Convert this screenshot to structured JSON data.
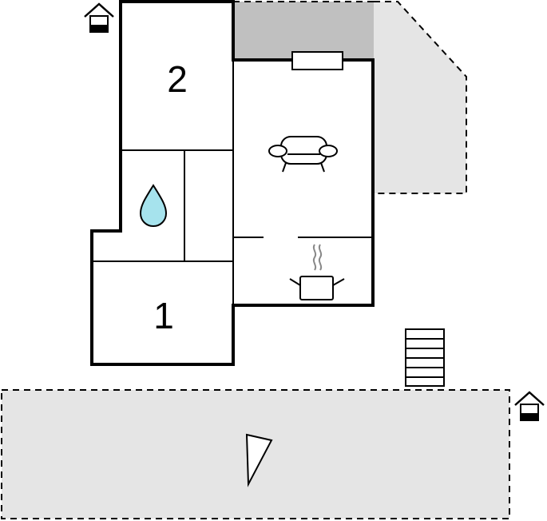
{
  "rooms": [
    {
      "id": "bedroom-1",
      "label": "1"
    },
    {
      "id": "bedroom-2",
      "label": "2"
    }
  ],
  "icons": {
    "entrance": "house-entrance-icon",
    "bathroom": "water-drop-icon",
    "living": "sofa-icon",
    "kitchen": "cooking-pot-icon",
    "fireplace": "fireplace-icon",
    "stairs": "stairs-icon",
    "sail": "sail-icon"
  },
  "colors": {
    "wall": "#000000",
    "terrace": "#e5e5e5",
    "covered_terrace": "#c0c0c0",
    "water": "#a6e3ed"
  }
}
